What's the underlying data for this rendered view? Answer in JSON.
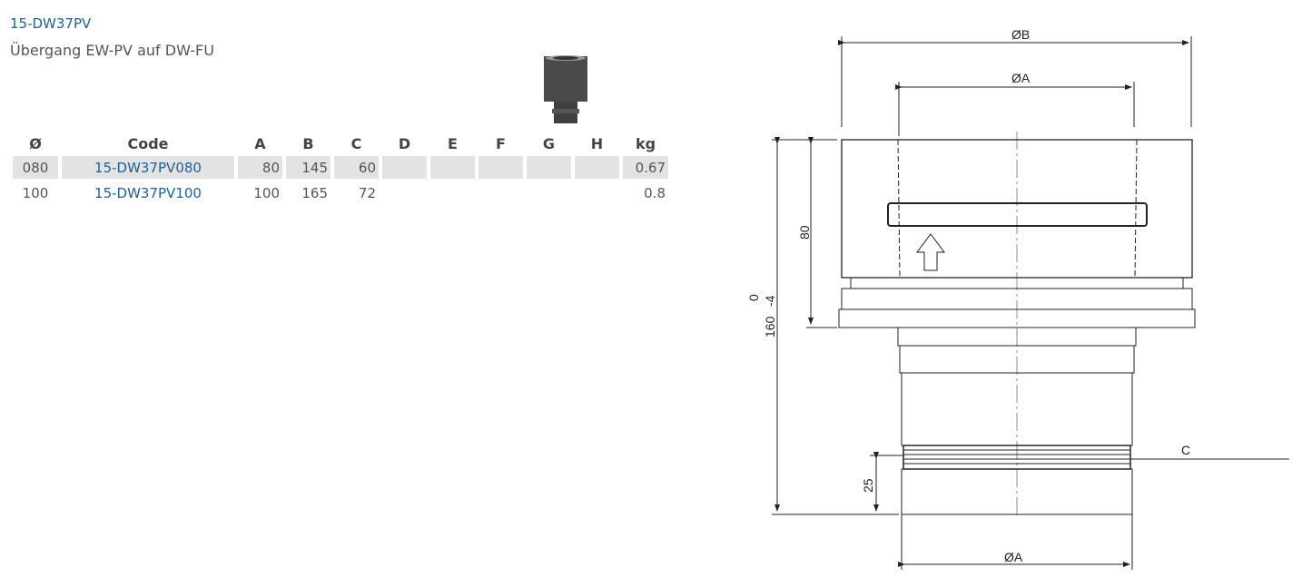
{
  "header": {
    "code": "15-DW37PV",
    "title": "Übergang EW-PV auf DW-FU"
  },
  "table": {
    "columns": [
      "Ø",
      "Code",
      "A",
      "B",
      "C",
      "D",
      "E",
      "F",
      "G",
      "H",
      "kg"
    ],
    "rows": [
      [
        "080",
        "15-DW37PV080",
        "80",
        "145",
        "60",
        "",
        "",
        "",
        "",
        "",
        "0.67"
      ],
      [
        "100",
        "15-DW37PV100",
        "100",
        "165",
        "72",
        "",
        "",
        "",
        "",
        "",
        "0.8"
      ]
    ]
  },
  "drawing": {
    "dim_B": "ØB",
    "dim_A_top": "ØA",
    "dim_A_bottom": "ØA",
    "dim_80": "80",
    "dim_160": "160",
    "tol_upper": "0",
    "tol_lower": "-4",
    "dim_25": "25",
    "label_C": "C"
  }
}
